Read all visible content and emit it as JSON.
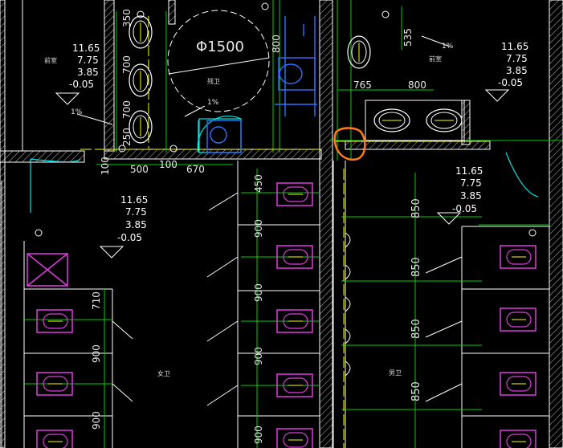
{
  "dims": {
    "d350a": "350",
    "d700a": "700",
    "d700b": "700",
    "d250": "250",
    "d100v": "100",
    "d500": "500",
    "d100h": "100",
    "d670": "670",
    "phi1500": "Φ1500",
    "d800v": "800",
    "d535": "535",
    "d765": "765",
    "d800h": "800",
    "d450": "450",
    "d900m1": "900",
    "d900m2": "900",
    "d900m3": "900",
    "d900m4": "900",
    "d710": "710",
    "d900l1": "900",
    "d900l2": "900",
    "d850a": "850",
    "d850b": "850",
    "d850c": "850",
    "d850d": "850"
  },
  "slopes": {
    "a": "1%",
    "b": "1%",
    "c": "1%"
  },
  "elevations": {
    "tl": [
      "11.65",
      "7.75",
      "3.85",
      "-0.05"
    ],
    "tr": [
      "11.65",
      "7.75",
      "3.85",
      "-0.05"
    ],
    "ml": [
      "11.65",
      "7.75",
      "3.85",
      "-0.05"
    ],
    "mr": [
      "11.65",
      "7.75",
      "3.85",
      "-0.05"
    ]
  },
  "rooms": {
    "tl": "前室",
    "accessible": "残卫",
    "tr": "前室",
    "women": "女卫",
    "men": "男卫"
  },
  "colors": {
    "background": "#000000",
    "dimension": "#00d000",
    "fixture": "#e03ce0",
    "door": "#00e5e5",
    "accessible": "#2e72ff",
    "highlight": "#ff7a1a",
    "centerline": "#ffff00"
  }
}
